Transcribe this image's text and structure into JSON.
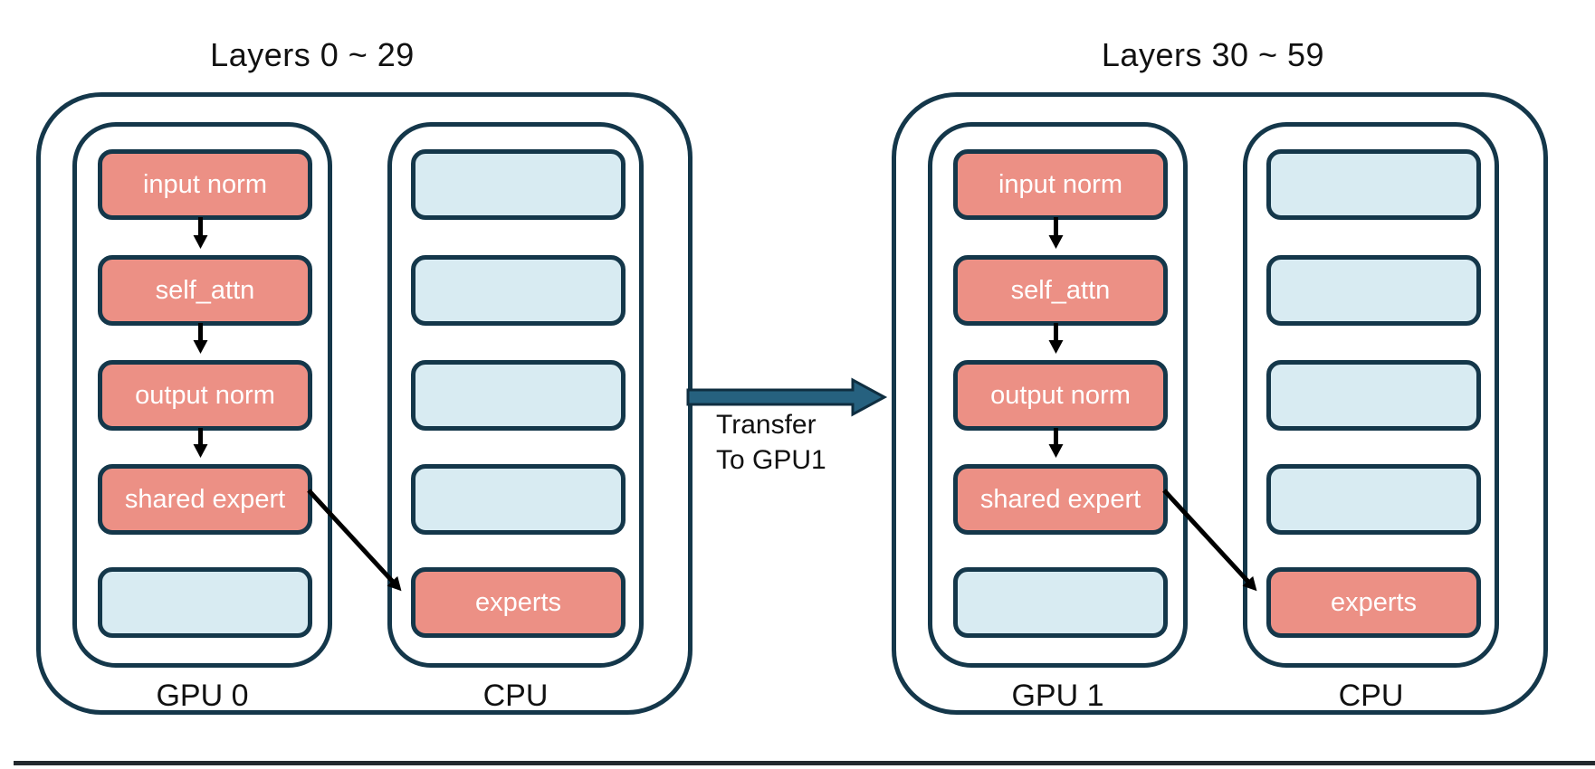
{
  "diagram": {
    "colors": {
      "salmon": "#EC9085",
      "light_blue": "#D8EBF2",
      "outline": "#14374A",
      "arrow_teal": "#26617F",
      "arrow_teal_edge": "#0F2E40",
      "text_light": "#FFFFFF"
    },
    "groups": [
      {
        "title": "Layers 0 ~ 29",
        "gpu": {
          "label": "GPU 0",
          "boxes": [
            {
              "label": "input norm",
              "type": "active"
            },
            {
              "label": "self_attn",
              "type": "active"
            },
            {
              "label": "output norm",
              "type": "active"
            },
            {
              "label": "shared expert",
              "type": "active"
            },
            {
              "label": "",
              "type": "empty"
            }
          ]
        },
        "cpu": {
          "label": "CPU",
          "boxes": [
            {
              "label": "",
              "type": "empty"
            },
            {
              "label": "",
              "type": "empty"
            },
            {
              "label": "",
              "type": "empty"
            },
            {
              "label": "",
              "type": "empty"
            },
            {
              "label": "experts",
              "type": "active"
            }
          ]
        }
      },
      {
        "title": "Layers 30 ~ 59",
        "gpu": {
          "label": "GPU 1",
          "boxes": [
            {
              "label": "input norm",
              "type": "active"
            },
            {
              "label": "self_attn",
              "type": "active"
            },
            {
              "label": "output norm",
              "type": "active"
            },
            {
              "label": "shared expert",
              "type": "active"
            },
            {
              "label": "",
              "type": "empty"
            }
          ]
        },
        "cpu": {
          "label": "CPU",
          "boxes": [
            {
              "label": "",
              "type": "empty"
            },
            {
              "label": "",
              "type": "empty"
            },
            {
              "label": "",
              "type": "empty"
            },
            {
              "label": "",
              "type": "empty"
            },
            {
              "label": "experts",
              "type": "active"
            }
          ]
        }
      }
    ],
    "transfer": {
      "line1": "Transfer",
      "line2": "To GPU1"
    }
  }
}
